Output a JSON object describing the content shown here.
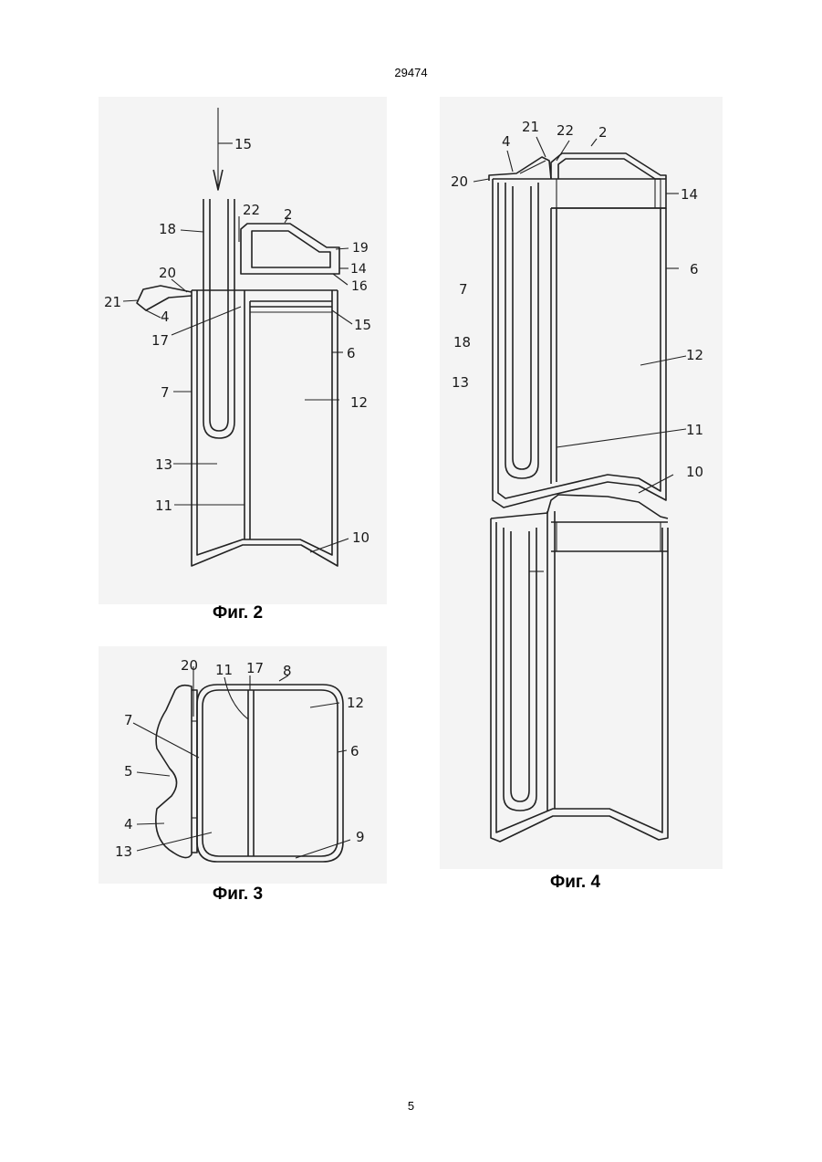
{
  "header": {
    "document_number": "29474"
  },
  "footer": {
    "page_number": "5"
  },
  "figures": {
    "fig2": {
      "caption": "Фиг. 2",
      "labels": {
        "l15a": "15",
        "l18": "18",
        "l22": "22",
        "l2": "2",
        "l19": "19",
        "l14": "14",
        "l16": "16",
        "l20": "20",
        "l21": "21",
        "l4": "4",
        "l17": "17",
        "l15b": "15",
        "l6": "6",
        "l7": "7",
        "l12": "12",
        "l13": "13",
        "l11": "11",
        "l10": "10"
      }
    },
    "fig3": {
      "caption": "Фиг. 3",
      "labels": {
        "l20": "20",
        "l11": "11",
        "l17": "17",
        "l8": "8",
        "l12": "12",
        "l7": "7",
        "l6": "6",
        "l5": "5",
        "l4": "4",
        "l13": "13",
        "l9": "9"
      }
    },
    "fig4": {
      "caption": "Фиг. 4",
      "labels": {
        "l21": "21",
        "l22": "22",
        "l2": "2",
        "l4": "4",
        "l20": "20",
        "l14": "14",
        "l6": "6",
        "l7": "7",
        "l18": "18",
        "l12": "12",
        "l13": "13",
        "l11": "11",
        "l10": "10"
      }
    }
  }
}
